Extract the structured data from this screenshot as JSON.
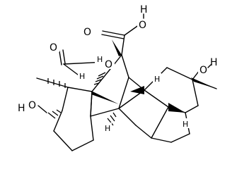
{
  "labels": {
    "acid_oh_h": "H",
    "acid_oh_o": "O",
    "acid_carbonyl_o": "O",
    "lactone_carbonyl_o": "O",
    "ring_oxygen": "O",
    "h_left_oh_h": "H",
    "h_left_oh_o": "O",
    "h_right_oh_o": "O",
    "h_right_oh_h": "H",
    "stereo_h_a": "H",
    "stereo_h_b": "H",
    "stereo_h_c": "H",
    "stereo_h_d": "H",
    "stereo_h_e": "H"
  }
}
